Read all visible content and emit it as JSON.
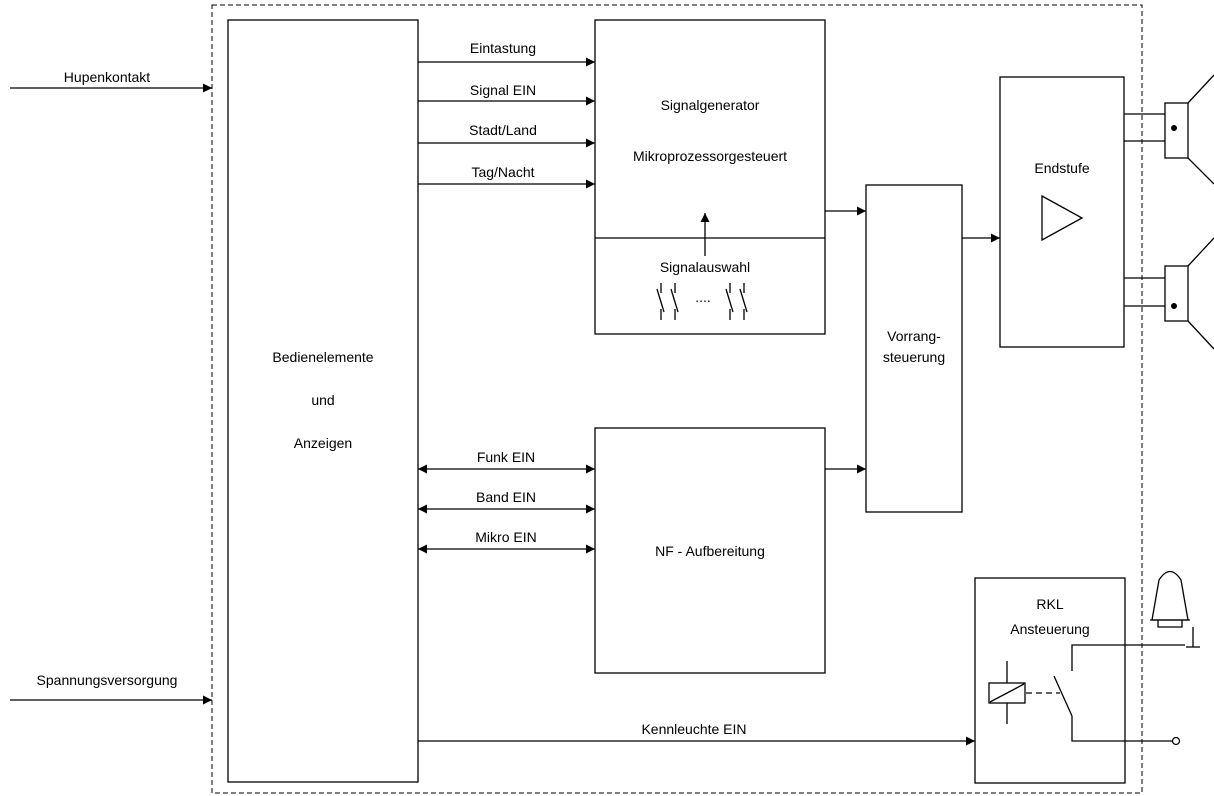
{
  "inputs": {
    "hupenkontakt": "Hupenkontakt",
    "spannungsversorgung": "Spannungsversorgung"
  },
  "bedien": {
    "line1": "Bedienelemente",
    "line2": "und",
    "line3": "Anzeigen"
  },
  "signals_top": {
    "eintastung": "Eintastung",
    "signal_ein": "Signal EIN",
    "stadt_land": "Stadt/Land",
    "tag_nacht": "Tag/Nacht"
  },
  "signalgenerator": {
    "title": "Signalgenerator",
    "subtitle": "Mikroprozessorgesteuert"
  },
  "signalauswahl": {
    "label": "Signalauswahl",
    "dots": "...."
  },
  "signals_bottom": {
    "funk_ein": "Funk EIN",
    "band_ein": "Band EIN",
    "mikro_ein": "Mikro EIN"
  },
  "nf": {
    "label": "NF - Aufbereitung"
  },
  "vorrang": {
    "line1": "Vorrang-",
    "line2": "steuerung"
  },
  "endstufe": {
    "label": "Endstufe"
  },
  "rkl": {
    "line1": "RKL",
    "line2": "Ansteuerung"
  },
  "kennleuchte": {
    "label": "Kennleuchte EIN"
  }
}
